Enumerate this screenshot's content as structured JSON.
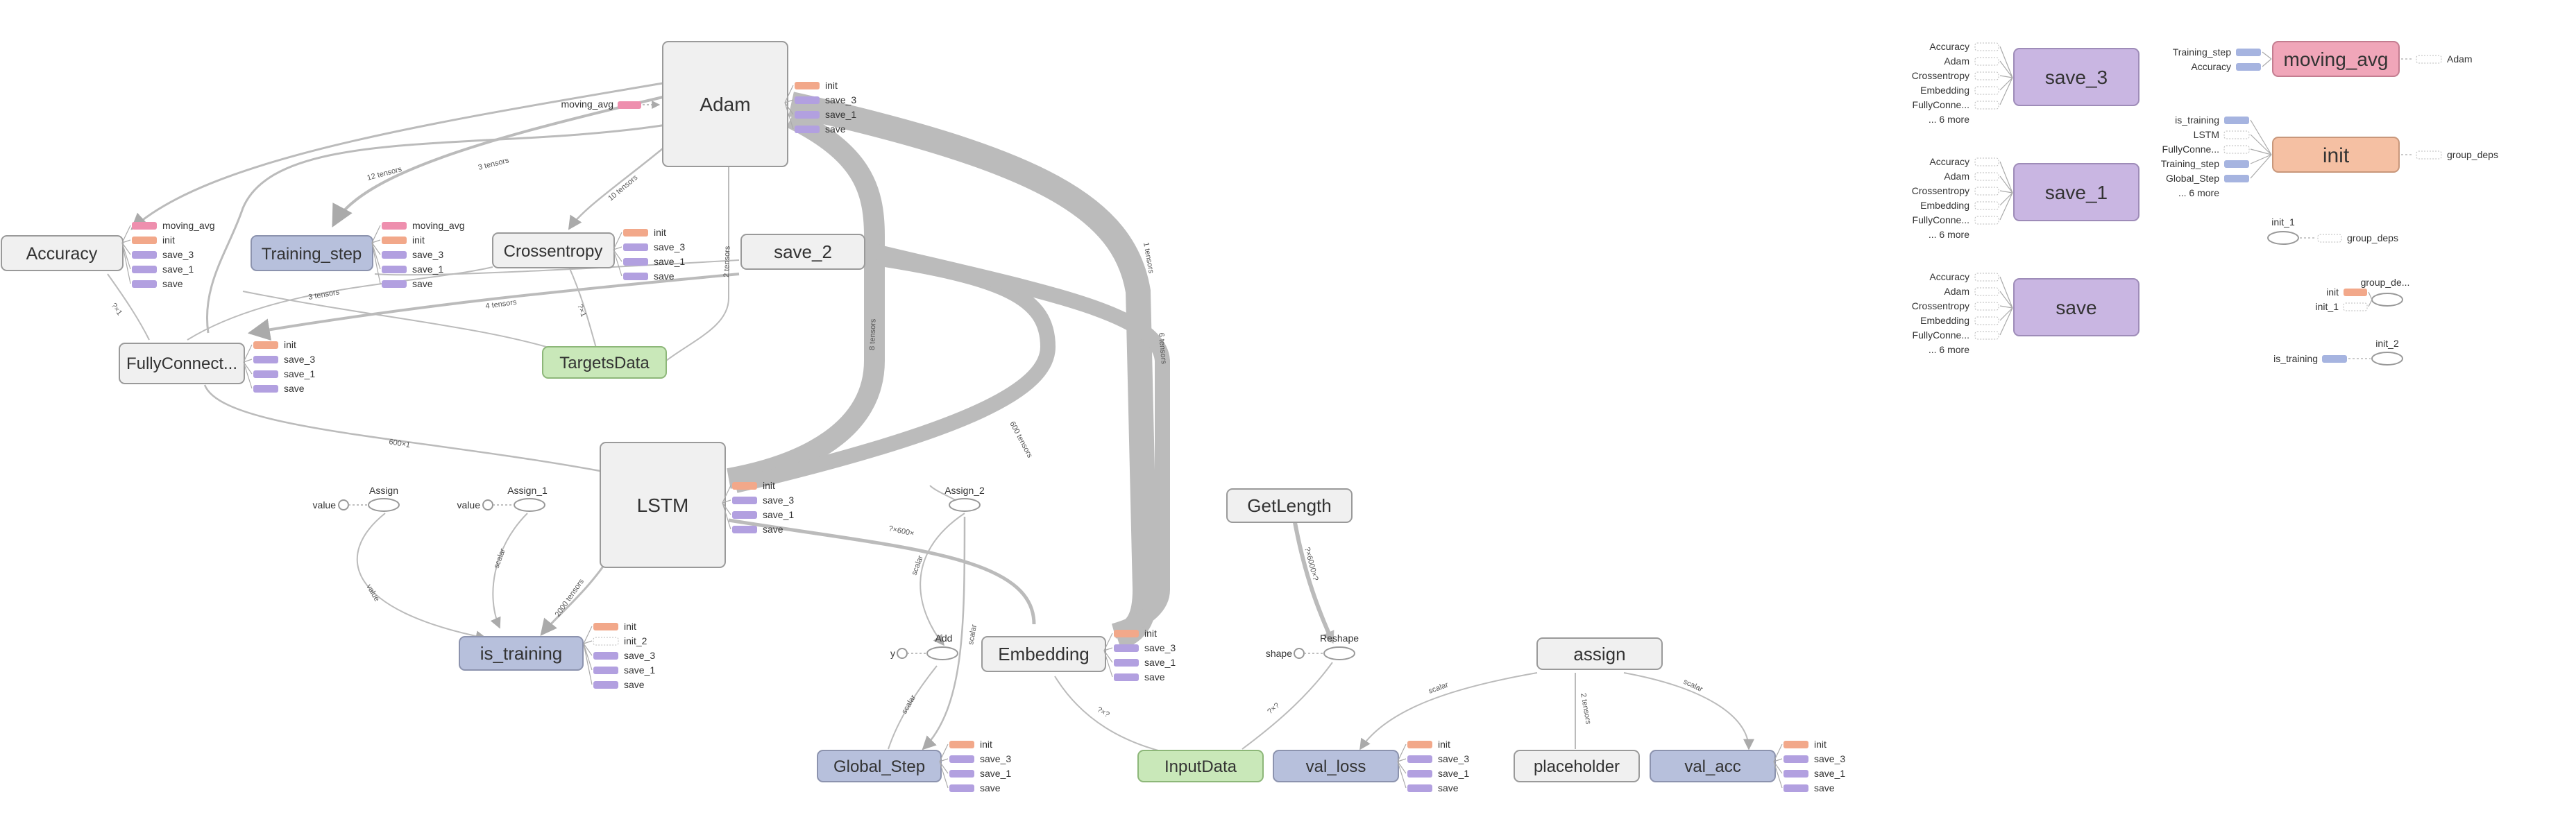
{
  "colors": {
    "default": "#f0f0f0",
    "blue": "#b7c0dc",
    "green": "#c9e8b9",
    "purple": "#c9b6e2",
    "pink": "#f0a6b9",
    "orange": "#f5c0a3",
    "stroke": "#9a9a9a",
    "edge": "#bbbbbb",
    "chip_orange": "#f2a88a",
    "chip_purple": "#b2a0e0",
    "chip_pink": "#ee8fae",
    "chip_blue": "#a6b4e0"
  },
  "nodes": {
    "adam": "Adam",
    "accuracy": "Accuracy",
    "training_step": "Training_step",
    "crossentropy": "Crossentropy",
    "save_2": "save_2",
    "fullyconnected": "FullyConnect...",
    "targetsdata": "TargetsData",
    "lstm": "LSTM",
    "is_training": "is_training",
    "embedding": "Embedding",
    "getlength": "GetLength",
    "global_step": "Global_Step",
    "inputdata": "InputData",
    "val_loss": "val_loss",
    "placeholder": "placeholder",
    "val_acc": "val_acc",
    "assign": "assign",
    "save_3": "save_3",
    "save_1": "save_1",
    "save": "save",
    "moving_avg": "moving_avg",
    "init": "init"
  },
  "ops": {
    "assign_a": "Assign",
    "assign_1": "Assign_1",
    "assign_2": "Assign_2",
    "add": "Add",
    "reshape": "Reshape",
    "init_1": "init_1",
    "init_2": "init_2",
    "group_deps_label": "group_de..."
  },
  "inputs": {
    "value": "value",
    "y": "y",
    "shape": "shape",
    "moving_avg": "moving_avg"
  },
  "chips": {
    "init": "init",
    "init_2": "init_2",
    "save_3": "save_3",
    "save_1": "save_1",
    "save": "save",
    "moving_avg": "moving_avg",
    "adam": "Adam",
    "group_deps": "group_deps"
  },
  "save_inputs": [
    "Accuracy",
    "Adam",
    "Crossentropy",
    "Embedding",
    "FullyConne...",
    "... 6 more"
  ],
  "moving_avg_inputs": [
    "Training_step",
    "Accuracy"
  ],
  "init_inputs": [
    "is_training",
    "LSTM",
    "FullyConne...",
    "Training_step",
    "Global_Step",
    "... 6 more"
  ],
  "group_init_inputs": [
    "init",
    "init_1"
  ],
  "init_2_input": "is_training",
  "edge_labels": {
    "e12": "12 tensors",
    "e3a": "3 tensors",
    "e10": "10 tensors",
    "e8": "8 tensors",
    "e3b": "3 tensors",
    "e4": "4 tensors",
    "e1": "1 tensors",
    "e600": "600 tensors",
    "eacc": "?×1",
    "ece": "?×1",
    "e2": "2 tensors",
    "efc": "600×1",
    "elstm": "?×600×",
    "eis": "2000 tensors",
    "evalue1": "value",
    "evalue2": "scalar",
    "eadd1": "scalar",
    "eadd2": "scalar",
    "eadd3": "scalar",
    "eemb": "?×?",
    "egl": "?×6000×?",
    "eresh": "?×?",
    "evl": "scalar",
    "eph": "2 tensors",
    "eva": "scalar",
    "ebig": "6 tensors"
  }
}
